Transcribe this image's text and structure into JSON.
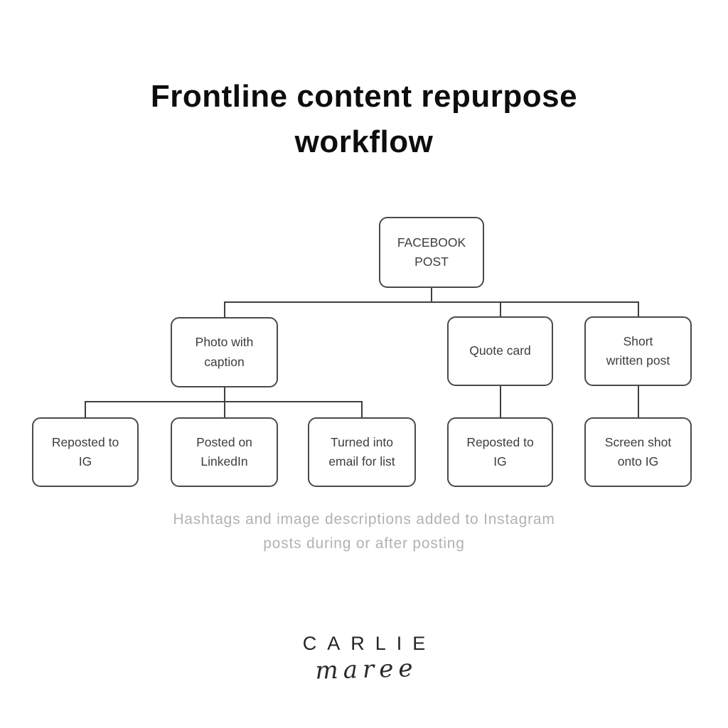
{
  "title": "Frontline content repurpose workflow",
  "flowchart": {
    "nodes": {
      "facebook_post": {
        "label": "FACEBOOK\nPOST"
      },
      "photo_with_caption": {
        "label": "Photo with\ncaption"
      },
      "quote_card": {
        "label": "Quote card"
      },
      "short_written_post": {
        "label": "Short\nwritten post"
      },
      "reposted_to_ig_photo": {
        "label": "Reposted to\nIG"
      },
      "posted_on_linkedin": {
        "label": "Posted on\nLinkedIn"
      },
      "turned_into_email": {
        "label": "Turned into\nemail for list"
      },
      "reposted_to_ig_quote": {
        "label": "Reposted to\nIG"
      },
      "screen_shot_onto_ig": {
        "label": "Screen shot\nonto IG"
      }
    },
    "edges": [
      "FACEBOOK POST -> Photo with caption",
      "FACEBOOK POST -> Quote card",
      "FACEBOOK POST -> Short written post",
      "Photo with caption -> Reposted to IG",
      "Photo with caption -> Posted on LinkedIn",
      "Photo with caption -> Turned into email for list",
      "Quote card -> Reposted to IG",
      "Short written post -> Screen shot onto IG"
    ]
  },
  "note": "Hashtags and image descriptions added to Instagram\nposts during or after posting",
  "logo": {
    "name": "CARLIE",
    "subname": "maree"
  },
  "colors": {
    "background": "#ffffff",
    "title_text": "#0d0d0d",
    "box_border": "#4a4a4a",
    "box_text": "#3d3d3d",
    "connector_line": "#3f3f3f",
    "note_text": "#b2b2b4",
    "logo_text": "#242424"
  }
}
